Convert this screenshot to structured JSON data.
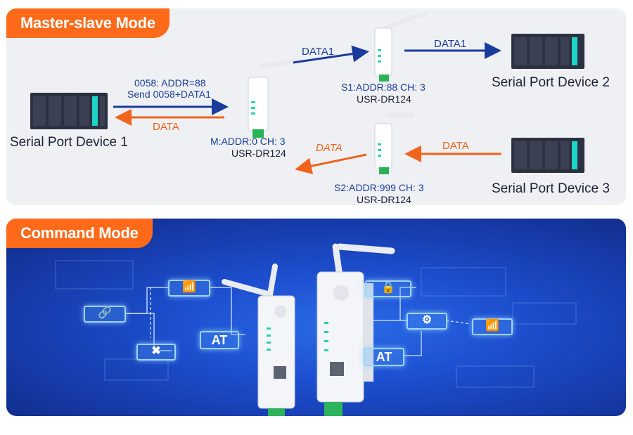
{
  "master_slave": {
    "title": "Master-slave Mode",
    "device1": "Serial Port Device 1",
    "device2": "Serial Port Device 2",
    "device3": "Serial Port Device 3",
    "cmd_line1": "0058:  ADDR=88",
    "cmd_line2": "Send 0058+DATA1",
    "data_return": "DATA",
    "data1_up": "DATA1",
    "data1_right": "DATA1",
    "data_s2": "DATA",
    "data_dev3": "DATA",
    "master_label": "M:ADDR:0  CH:  3",
    "master_model": "USR-DR124",
    "s1_label": "S1:ADDR:88 CH:  3",
    "s1_model": "USR-DR124",
    "s2_label": "S2:ADDR:999 CH:  3",
    "s2_model": "USR-DR124"
  },
  "command": {
    "title": "Command Mode",
    "at_left": "AT",
    "at_right": "AT",
    "icons": [
      "wifi-icon",
      "link-icon",
      "tools-icon",
      "lock-icon",
      "gear-icon",
      "wifi-icon"
    ]
  },
  "colors": {
    "orange": "#ff6a1a",
    "blue_arrow": "#1a3d9c",
    "orange_arrow": "#f0641c"
  }
}
